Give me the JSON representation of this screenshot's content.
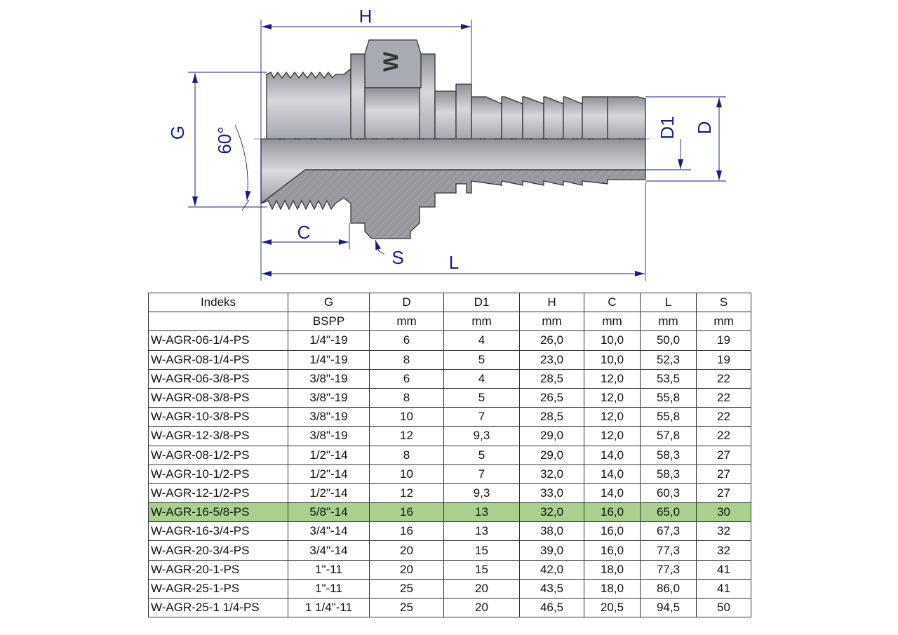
{
  "drawing": {
    "labels": {
      "H": "H",
      "G": "G",
      "angle": "60°",
      "C": "C",
      "S": "S",
      "L": "L",
      "D1": "D1",
      "D": "D"
    },
    "logo_text": "W",
    "colors": {
      "dimension": "#1a1f7a",
      "steel": "#b9bcc2",
      "section": "#9a9ca1",
      "highlight": "#a9d08e"
    }
  },
  "table": {
    "headers": [
      "Indeks",
      "G",
      "D",
      "D1",
      "H",
      "C",
      "L",
      "S"
    ],
    "units": [
      "",
      "BSPP",
      "mm",
      "mm",
      "mm",
      "mm",
      "mm",
      "mm"
    ],
    "highlighted_row": 9,
    "rows": [
      [
        "W-AGR-06-1/4-PS",
        "1/4\"-19",
        "6",
        "4",
        "26,0",
        "10,0",
        "50,0",
        "19"
      ],
      [
        "W-AGR-08-1/4-PS",
        "1/4\"-19",
        "8",
        "5",
        "23,0",
        "10,0",
        "52,3",
        "19"
      ],
      [
        "W-AGR-06-3/8-PS",
        "3/8\"-19",
        "6",
        "4",
        "28,5",
        "12,0",
        "53,5",
        "22"
      ],
      [
        "W-AGR-08-3/8-PS",
        "3/8\"-19",
        "8",
        "5",
        "26,5",
        "12,0",
        "55,8",
        "22"
      ],
      [
        "W-AGR-10-3/8-PS",
        "3/8\"-19",
        "10",
        "7",
        "28,5",
        "12,0",
        "55,8",
        "22"
      ],
      [
        "W-AGR-12-3/8-PS",
        "3/8\"-19",
        "12",
        "9,3",
        "29,0",
        "12,0",
        "57,8",
        "22"
      ],
      [
        "W-AGR-08-1/2-PS",
        "1/2\"-14",
        "8",
        "5",
        "29,0",
        "14,0",
        "58,3",
        "27"
      ],
      [
        "W-AGR-10-1/2-PS",
        "1/2\"-14",
        "10",
        "7",
        "32,0",
        "14,0",
        "58,3",
        "27"
      ],
      [
        "W-AGR-12-1/2-PS",
        "1/2\"-14",
        "12",
        "9,3",
        "33,0",
        "14,0",
        "60,3",
        "27"
      ],
      [
        "W-AGR-16-5/8-PS",
        "5/8\"-14",
        "16",
        "13",
        "32,0",
        "16,0",
        "65,0",
        "30"
      ],
      [
        "W-AGR-16-3/4-PS",
        "3/4\"-14",
        "16",
        "13",
        "38,0",
        "16,0",
        "67,3",
        "32"
      ],
      [
        "W-AGR-20-3/4-PS",
        "3/4\"-14",
        "20",
        "15",
        "39,0",
        "16,0",
        "77,3",
        "32"
      ],
      [
        "W-AGR-20-1-PS",
        "1\"-11",
        "20",
        "15",
        "42,0",
        "18,0",
        "77,3",
        "41"
      ],
      [
        "W-AGR-25-1-PS",
        "1\"-11",
        "25",
        "20",
        "43,5",
        "18,0",
        "86,0",
        "41"
      ],
      [
        "W-AGR-25-1 1/4-PS",
        "1 1/4\"-11",
        "25",
        "20",
        "46,5",
        "20,5",
        "94,5",
        "50"
      ]
    ]
  }
}
